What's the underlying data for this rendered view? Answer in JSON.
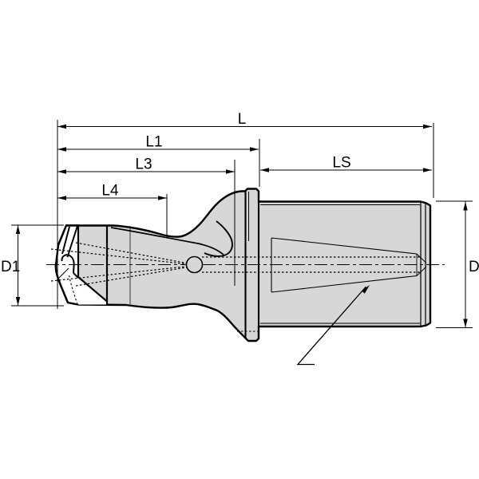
{
  "drawing": {
    "labels": {
      "L": "L",
      "L1": "L1",
      "L3": "L3",
      "L4": "L4",
      "LS": "LS",
      "D1": "D1",
      "D": "D"
    },
    "colors": {
      "body_fill": "#d7d7d7",
      "line": "#000000",
      "background": "#ffffff"
    }
  }
}
